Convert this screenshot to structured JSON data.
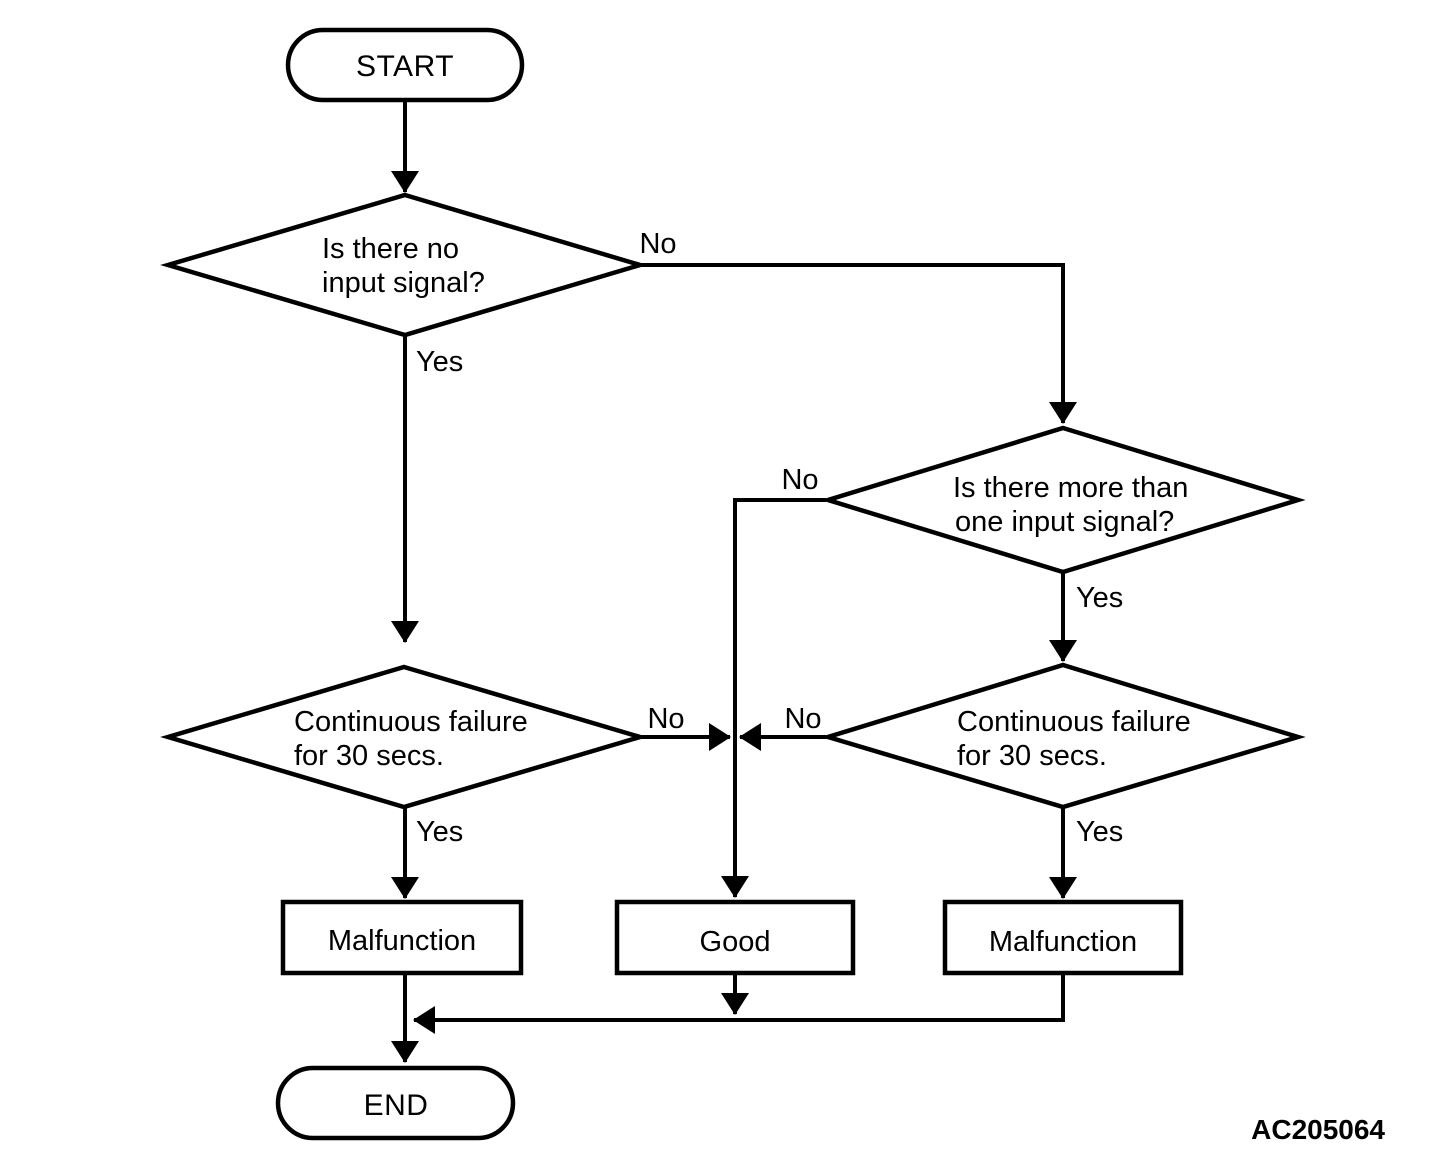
{
  "figure_code": "AC205064",
  "nodes": {
    "start": "START",
    "decision1_line1": "Is there no",
    "decision1_line2": "input signal?",
    "decision2_line1": "Is there more than",
    "decision2_line2": "one input signal?",
    "decision3_line1": "Continuous failure",
    "decision3_line2": "for 30 secs.",
    "decision4_line1": "Continuous failure",
    "decision4_line2": "for 30 secs.",
    "malfunction_left": "Malfunction",
    "good": "Good",
    "malfunction_right": "Malfunction",
    "end": "END"
  },
  "labels": {
    "decision1_no": "No",
    "decision1_yes": "Yes",
    "decision2_no": "No",
    "decision2_yes": "Yes",
    "decision3_no": "No",
    "decision3_yes": "Yes",
    "decision4_no": "No",
    "decision4_yes": "Yes"
  },
  "colors": {
    "line": "#000000",
    "background": "#ffffff"
  }
}
